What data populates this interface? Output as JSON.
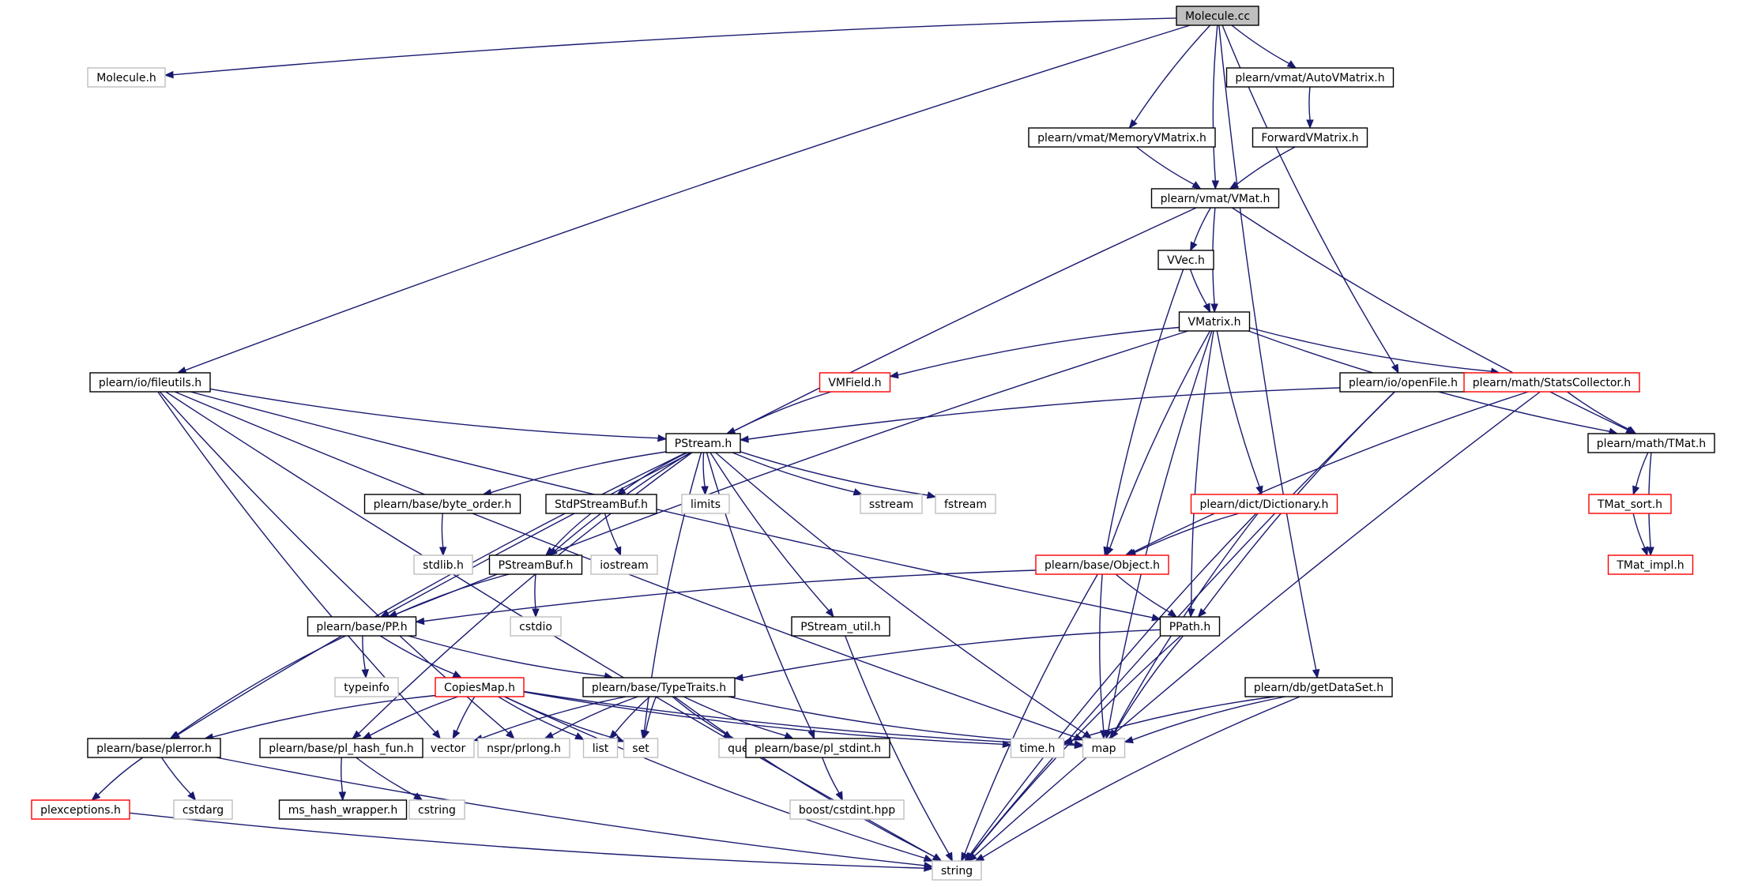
{
  "colors": {
    "edge": "#191970",
    "documented": "#000000",
    "external": "#bfbfbf",
    "truncated": "#ff0000",
    "root_fill": "#bfbfbf"
  },
  "nodes": [
    {
      "id": "molecule_cc",
      "label": "Molecule.cc",
      "kind": "root"
    },
    {
      "id": "molecule_h",
      "label": "Molecule.h",
      "kind": "external"
    },
    {
      "id": "autovmatrix",
      "label": "plearn/vmat/AutoVMatrix.h",
      "kind": "documented"
    },
    {
      "id": "memoryvmatrix",
      "label": "plearn/vmat/MemoryVMatrix.h",
      "kind": "documented"
    },
    {
      "id": "forwardvmatrix",
      "label": "ForwardVMatrix.h",
      "kind": "documented"
    },
    {
      "id": "vmat",
      "label": "plearn/vmat/VMat.h",
      "kind": "documented"
    },
    {
      "id": "vvec",
      "label": "VVec.h",
      "kind": "documented"
    },
    {
      "id": "vmatrix",
      "label": "VMatrix.h",
      "kind": "documented"
    },
    {
      "id": "fileutils",
      "label": "plearn/io/fileutils.h",
      "kind": "documented"
    },
    {
      "id": "vmfield",
      "label": "VMField.h",
      "kind": "truncated"
    },
    {
      "id": "openfile",
      "label": "plearn/io/openFile.h",
      "kind": "documented"
    },
    {
      "id": "statscollector",
      "label": "plearn/math/StatsCollector.h",
      "kind": "truncated"
    },
    {
      "id": "pstream",
      "label": "PStream.h",
      "kind": "documented"
    },
    {
      "id": "tmat",
      "label": "plearn/math/TMat.h",
      "kind": "documented"
    },
    {
      "id": "byte_order",
      "label": "plearn/base/byte_order.h",
      "kind": "documented"
    },
    {
      "id": "stdpstreambuf",
      "label": "StdPStreamBuf.h",
      "kind": "documented"
    },
    {
      "id": "limits",
      "label": "limits",
      "kind": "external"
    },
    {
      "id": "sstream",
      "label": "sstream",
      "kind": "external"
    },
    {
      "id": "fstream",
      "label": "fstream",
      "kind": "external"
    },
    {
      "id": "dictionary",
      "label": "plearn/dict/Dictionary.h",
      "kind": "truncated"
    },
    {
      "id": "tmat_sort",
      "label": "TMat_sort.h",
      "kind": "truncated"
    },
    {
      "id": "stdlib",
      "label": "stdlib.h",
      "kind": "external"
    },
    {
      "id": "iostream",
      "label": "iostream",
      "kind": "external"
    },
    {
      "id": "pstreambuf",
      "label": "PStreamBuf.h",
      "kind": "documented"
    },
    {
      "id": "object",
      "label": "plearn/base/Object.h",
      "kind": "truncated"
    },
    {
      "id": "tmat_impl",
      "label": "TMat_impl.h",
      "kind": "truncated"
    },
    {
      "id": "cstdio",
      "label": "cstdio",
      "kind": "external"
    },
    {
      "id": "pp",
      "label": "plearn/base/PP.h",
      "kind": "documented"
    },
    {
      "id": "pstream_util",
      "label": "PStream_util.h",
      "kind": "documented"
    },
    {
      "id": "ppath",
      "label": "PPath.h",
      "kind": "documented"
    },
    {
      "id": "typeinfo",
      "label": "typeinfo",
      "kind": "external"
    },
    {
      "id": "copiesmap",
      "label": "CopiesMap.h",
      "kind": "truncated"
    },
    {
      "id": "typetraits",
      "label": "plearn/base/TypeTraits.h",
      "kind": "documented"
    },
    {
      "id": "getdataset",
      "label": "plearn/db/getDataSet.h",
      "kind": "documented"
    },
    {
      "id": "plerror",
      "label": "plearn/base/plerror.h",
      "kind": "documented"
    },
    {
      "id": "vector",
      "label": "vector",
      "kind": "external"
    },
    {
      "id": "pl_hash_fun",
      "label": "plearn/base/pl_hash_fun.h",
      "kind": "documented"
    },
    {
      "id": "nspr_prlong",
      "label": "nspr/prlong.h",
      "kind": "external"
    },
    {
      "id": "list",
      "label": "list",
      "kind": "external"
    },
    {
      "id": "set",
      "label": "set",
      "kind": "external"
    },
    {
      "id": "queue",
      "label": "queue",
      "kind": "external"
    },
    {
      "id": "pl_stdint",
      "label": "plearn/base/pl_stdint.h",
      "kind": "documented"
    },
    {
      "id": "time_h",
      "label": "time.h",
      "kind": "external"
    },
    {
      "id": "map",
      "label": "map",
      "kind": "external"
    },
    {
      "id": "plexceptions",
      "label": "plexceptions.h",
      "kind": "truncated"
    },
    {
      "id": "cstdarg",
      "label": "cstdarg",
      "kind": "external"
    },
    {
      "id": "ms_hash_wrapper",
      "label": "ms_hash_wrapper.h",
      "kind": "documented"
    },
    {
      "id": "cstring",
      "label": "cstring",
      "kind": "external"
    },
    {
      "id": "boost_cstdint",
      "label": "boost/cstdint.hpp",
      "kind": "external"
    },
    {
      "id": "string",
      "label": "string",
      "kind": "external"
    }
  ],
  "edges": [
    [
      "molecule_cc",
      "molecule_h"
    ],
    [
      "molecule_cc",
      "fileutils"
    ],
    [
      "molecule_cc",
      "memoryvmatrix"
    ],
    [
      "molecule_cc",
      "vmat"
    ],
    [
      "molecule_cc",
      "autovmatrix"
    ],
    [
      "molecule_cc",
      "openfile"
    ],
    [
      "molecule_cc",
      "getdataset"
    ],
    [
      "autovmatrix",
      "forwardvmatrix"
    ],
    [
      "forwardvmatrix",
      "vmat"
    ],
    [
      "memoryvmatrix",
      "vmat"
    ],
    [
      "vmat",
      "pp"
    ],
    [
      "vmat",
      "vvec"
    ],
    [
      "vmat",
      "vmatrix"
    ],
    [
      "vmat",
      "tmat"
    ],
    [
      "vvec",
      "vmatrix"
    ],
    [
      "vvec",
      "object"
    ],
    [
      "vmatrix",
      "pp"
    ],
    [
      "vmatrix",
      "vmfield"
    ],
    [
      "vmatrix",
      "statscollector"
    ],
    [
      "vmatrix",
      "tmat"
    ],
    [
      "vmatrix",
      "object"
    ],
    [
      "vmatrix",
      "dictionary"
    ],
    [
      "vmatrix",
      "ppath"
    ],
    [
      "vmatrix",
      "map"
    ],
    [
      "fileutils",
      "pstream"
    ],
    [
      "fileutils",
      "ppath"
    ],
    [
      "fileutils",
      "map"
    ],
    [
      "fileutils",
      "vector"
    ],
    [
      "fileutils",
      "nspr_prlong"
    ],
    [
      "fileutils",
      "string"
    ],
    [
      "vmfield",
      "pstream"
    ],
    [
      "openfile",
      "pstream"
    ],
    [
      "openfile",
      "ppath"
    ],
    [
      "openfile",
      "string"
    ],
    [
      "statscollector",
      "object"
    ],
    [
      "statscollector",
      "tmat"
    ],
    [
      "statscollector",
      "string"
    ],
    [
      "tmat",
      "tmat_sort"
    ],
    [
      "tmat",
      "tmat_impl"
    ],
    [
      "tmat_sort",
      "tmat_impl"
    ],
    [
      "pstream",
      "byte_order"
    ],
    [
      "pstream",
      "stdpstreambuf"
    ],
    [
      "pstream",
      "limits"
    ],
    [
      "pstream",
      "sstream"
    ],
    [
      "pstream",
      "fstream"
    ],
    [
      "pstream",
      "pstreambuf"
    ],
    [
      "pstream",
      "plerror"
    ],
    [
      "pstream",
      "pl_hash_fun"
    ],
    [
      "pstream",
      "set"
    ],
    [
      "pstream",
      "map"
    ],
    [
      "pstream",
      "pstream_util"
    ],
    [
      "pstream",
      "pl_stdint"
    ],
    [
      "byte_order",
      "stdlib"
    ],
    [
      "stdpstreambuf",
      "iostream"
    ],
    [
      "stdpstreambuf",
      "pstreambuf"
    ],
    [
      "pstreambuf",
      "cstdio"
    ],
    [
      "pstreambuf",
      "pp"
    ],
    [
      "dictionary",
      "object"
    ],
    [
      "dictionary",
      "map"
    ],
    [
      "dictionary",
      "string"
    ],
    [
      "object",
      "pp"
    ],
    [
      "object",
      "ppath"
    ],
    [
      "object",
      "map"
    ],
    [
      "object",
      "string"
    ],
    [
      "pp",
      "typeinfo"
    ],
    [
      "pp",
      "copiesmap"
    ],
    [
      "pp",
      "typetraits"
    ],
    [
      "pp",
      "plerror"
    ],
    [
      "pstream_util",
      "string"
    ],
    [
      "ppath",
      "typetraits"
    ],
    [
      "ppath",
      "map"
    ],
    [
      "ppath",
      "string"
    ],
    [
      "copiesmap",
      "plerror"
    ],
    [
      "copiesmap",
      "pl_hash_fun"
    ],
    [
      "copiesmap",
      "vector"
    ],
    [
      "copiesmap",
      "list"
    ],
    [
      "copiesmap",
      "set"
    ],
    [
      "copiesmap",
      "map"
    ],
    [
      "copiesmap",
      "time_h"
    ],
    [
      "copiesmap",
      "string"
    ],
    [
      "typetraits",
      "vector"
    ],
    [
      "typetraits",
      "nspr_prlong"
    ],
    [
      "typetraits",
      "list"
    ],
    [
      "typetraits",
      "set"
    ],
    [
      "typetraits",
      "queue"
    ],
    [
      "typetraits",
      "pl_stdint"
    ],
    [
      "typetraits",
      "map"
    ],
    [
      "typetraits",
      "string"
    ],
    [
      "getdataset",
      "time_h"
    ],
    [
      "getdataset",
      "map"
    ],
    [
      "getdataset",
      "string"
    ],
    [
      "plerror",
      "plexceptions"
    ],
    [
      "plerror",
      "cstdarg"
    ],
    [
      "plerror",
      "string"
    ],
    [
      "pl_hash_fun",
      "ms_hash_wrapper"
    ],
    [
      "pl_hash_fun",
      "cstring"
    ],
    [
      "pl_stdint",
      "boost_cstdint"
    ],
    [
      "plexceptions",
      "string"
    ]
  ]
}
